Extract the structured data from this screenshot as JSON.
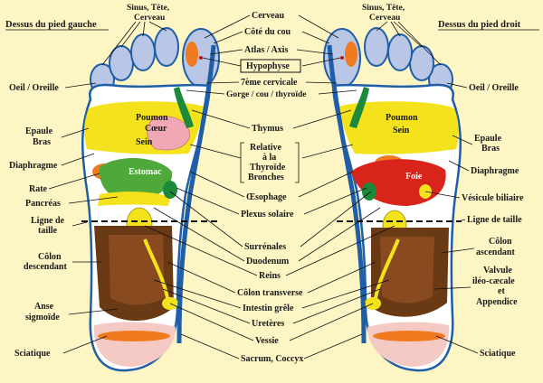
{
  "headers": {
    "left_foot": "Dessus du pied gauche",
    "right_foot": "Dessus du pied droit"
  },
  "labels": {
    "sinus_tete": "Sinus, Tête,",
    "cerveau": "Cerveau",
    "oeil_oreille": "Oeil / Oreille",
    "epaule": "Epaule",
    "bras": "Bras",
    "diaphragme": "Diaphragme",
    "rate": "Rate",
    "pancreas": "Pancréas",
    "ligne_de": "Ligne de",
    "taille": "taille",
    "ligne_de_taille": "Ligne de taille",
    "colon": "Côlon",
    "descendant": "descendant",
    "ascendant": "ascendant",
    "anse": "Anse",
    "sigmoide": "sigmoïde",
    "sciatique": "Sciatique",
    "vesicule": "Vésicule biliaire",
    "valvule": "Valvule",
    "ileo_caecale": "iléo-cæcale",
    "et": "et",
    "appendice": "Appendice",
    "c_cerveau": "Cerveau",
    "c_cote_cou": "Côté du cou",
    "c_atlas_axis": "Atlas / Axis",
    "c_hypophyse": "Hypophyse",
    "c_7eme_cervicale": "7ème cervicale",
    "c_gorge_cou_thyroide": "Gorge / cou / thyroïde",
    "c_thymus": "Thymus",
    "c_relative": "Relative",
    "c_a_la": "à la",
    "c_thyroide": "Thyroïde",
    "c_bronches": "Bronches",
    "c_oesophage": "Œsophage",
    "c_plexus_solaire": "Plexus solaire",
    "c_surrenales": "Surrénales",
    "c_duodenum": "Duodenum",
    "c_reins": "Reins",
    "c_colon_transverse": "Côlon transverse",
    "c_intestin_grele": "Intestin grêle",
    "c_ureteres": "Uretères",
    "c_vessie": "Vessie",
    "c_sacrum_coccyx": "Sacrum, Coccyx"
  },
  "organs": {
    "poumon": "Poumon",
    "coeur": "Cœur",
    "sein": "Sein",
    "estomac": "Estomac",
    "foie": "Foie"
  },
  "colors": {
    "background": "#fdf5c4",
    "foot_outline": "#1f5fa8",
    "sinus_blue": "#b9c6e6",
    "lung_yellow": "#f4e21d",
    "heart_pink": "#f0a9b4",
    "stomach_green": "#4fa83a",
    "liver_red": "#d9241c",
    "spleen_orange": "#f07a1e",
    "colon_brown": "#6a3a14",
    "intestine_pink": "#f5c9c4",
    "throat_green": "#1c8a3a"
  }
}
